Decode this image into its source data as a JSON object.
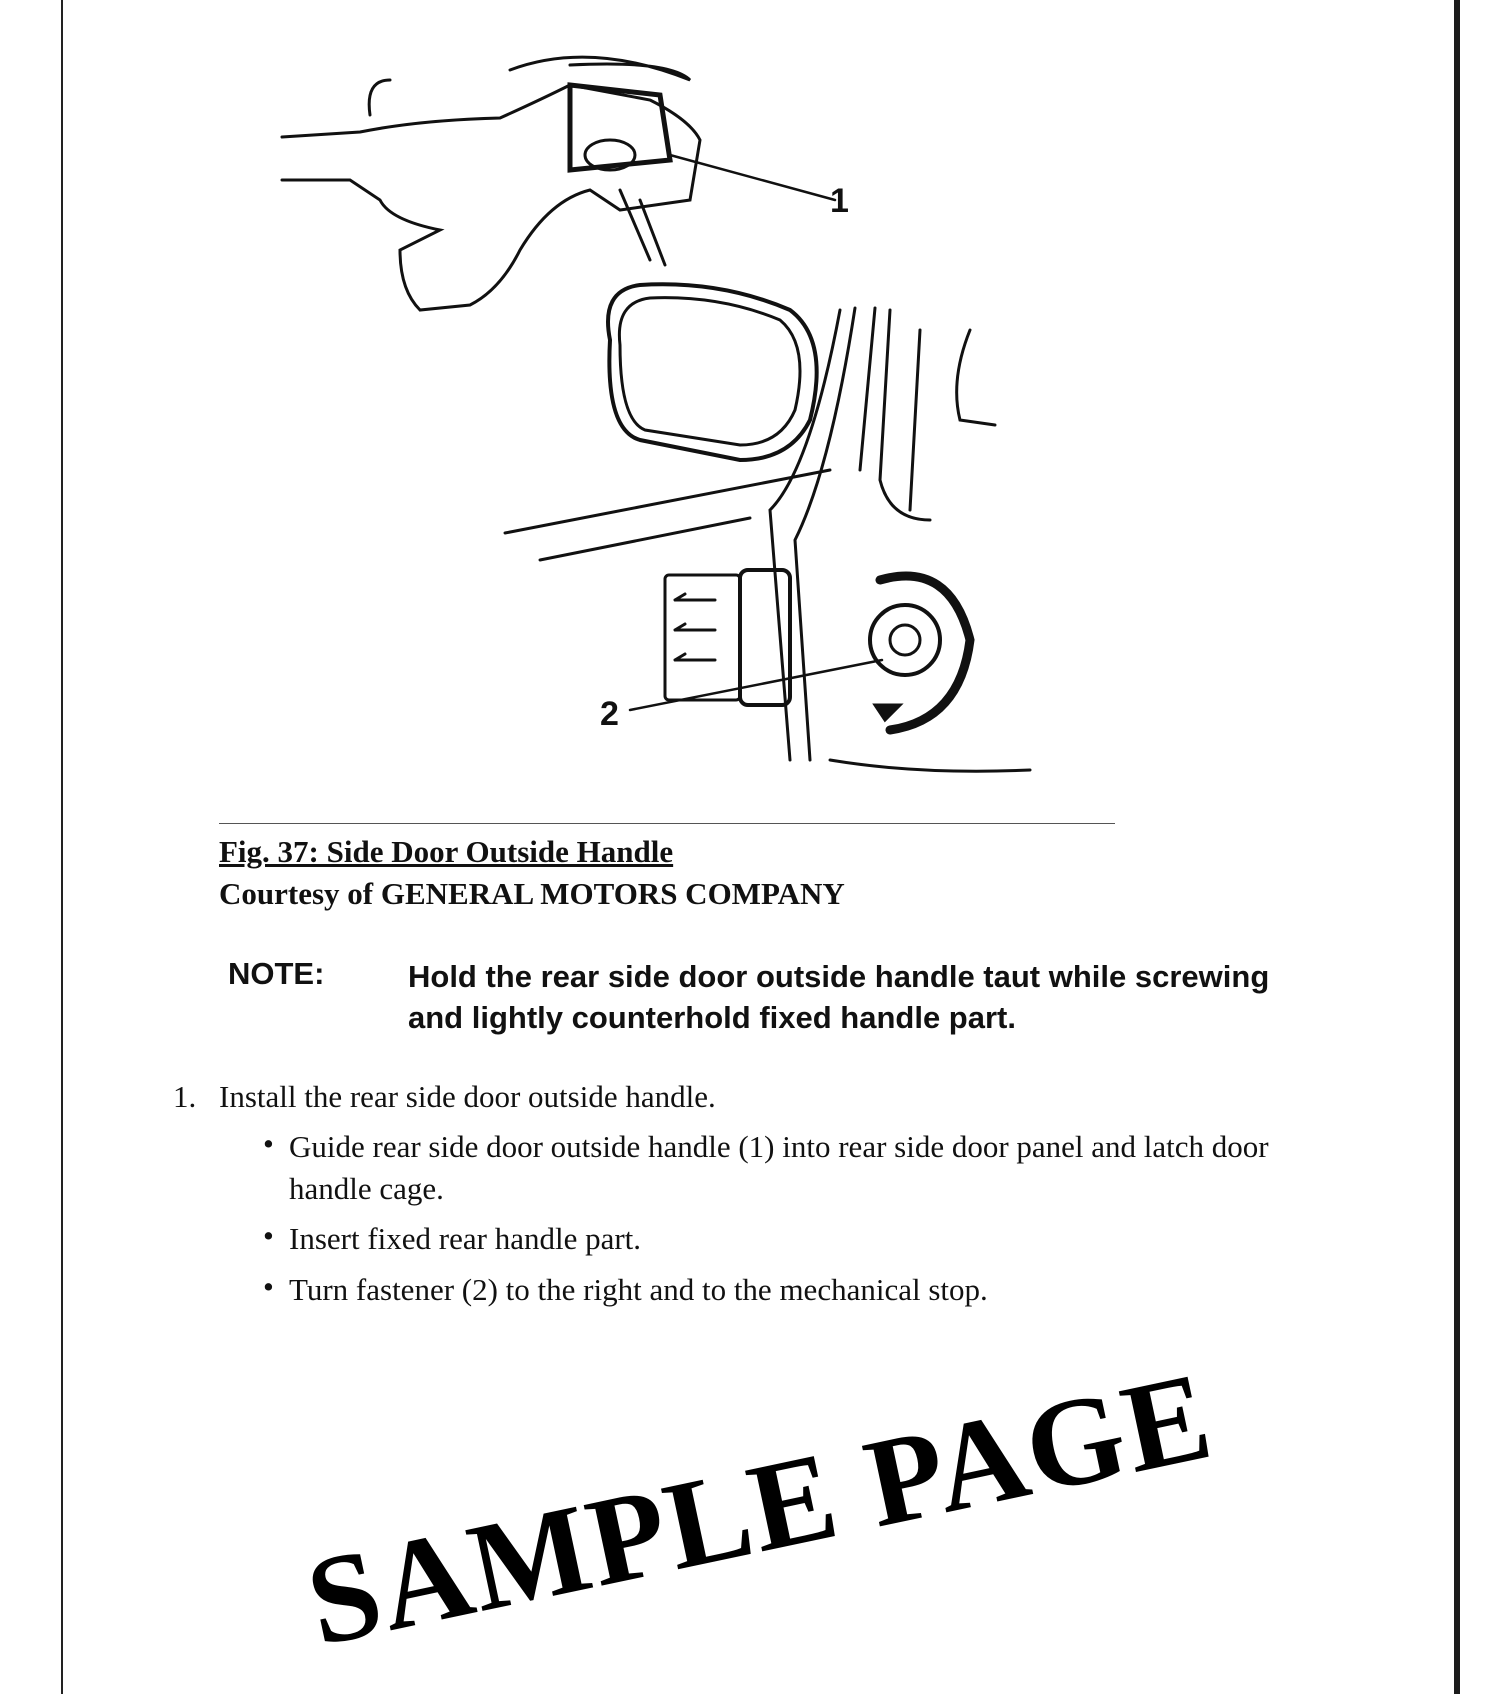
{
  "figure": {
    "callouts": [
      "1",
      "2"
    ]
  },
  "caption": {
    "title": "Fig. 37: Side Door Outside Handle",
    "courtesy": "Courtesy of GENERAL MOTORS COMPANY"
  },
  "note": {
    "label": "NOTE:",
    "text": "Hold the rear side door outside handle taut while screwing and lightly counterhold fixed handle part."
  },
  "steps": [
    {
      "number": "1.",
      "text": "Install the rear side door outside handle.",
      "bullets": [
        "Guide rear side door outside handle (1) into rear side door panel and latch door handle cage.",
        "Insert fixed rear handle part.",
        "Turn fastener (2) to the right and to the mechanical stop."
      ]
    }
  ],
  "watermark": "SAMPLE PAGE"
}
